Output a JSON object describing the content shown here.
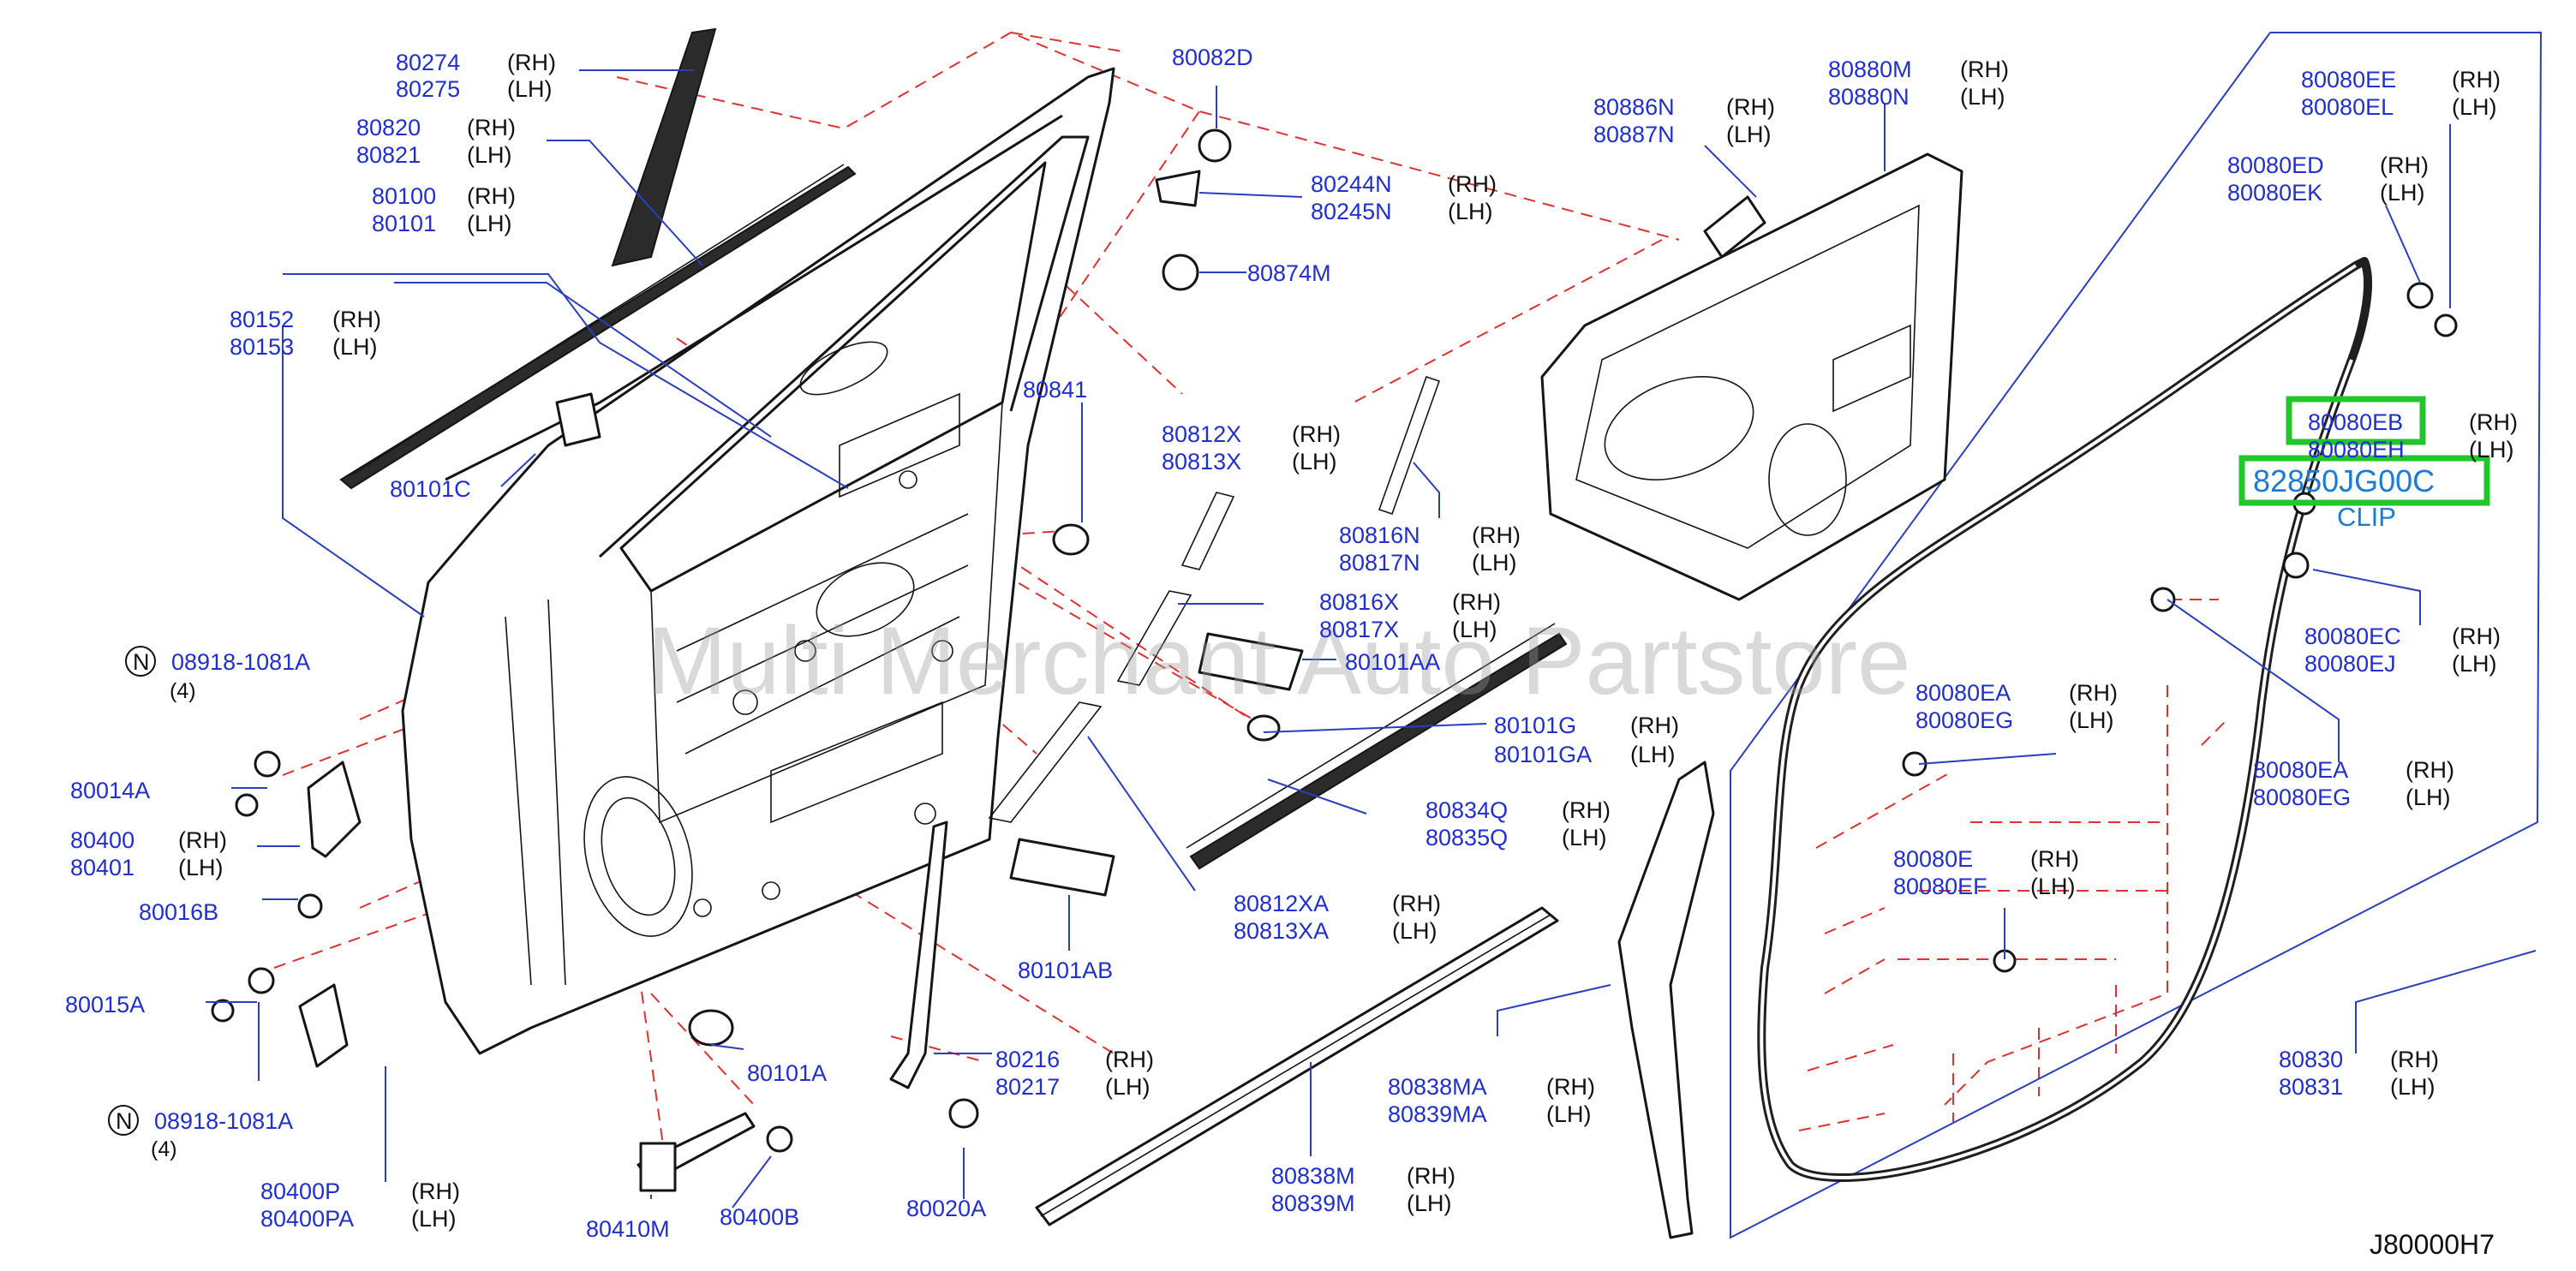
{
  "watermark": "Multi Merchant Auto Partstore",
  "diagram_code": "J80000H7",
  "note_clip": "CLIP",
  "highlight": {
    "boxed_code_1": "80080EB",
    "boxed_code_2": "82850JG00C"
  },
  "sides": {
    "rh": "(RH)",
    "lh": "(LH)"
  },
  "quantity_note": "(4)",
  "n_mark": "N",
  "parts": {
    "p80274": "80274",
    "p80275": "80275",
    "p80820": "80820",
    "p80821": "80821",
    "p80100": "80100",
    "p80101": "80101",
    "p80152": "80152",
    "p80153": "80153",
    "p80101C": "80101C",
    "p08918a": "08918-1081A",
    "p80014A": "80014A",
    "p80400": "80400",
    "p80401": "80401",
    "p80016B": "80016B",
    "p80015A": "80015A",
    "p08918b": "08918-1081A",
    "p80400P": "80400P",
    "p80400PA": "80400PA",
    "p80410M": "80410M",
    "p80400B": "80400B",
    "p80020A": "80020A",
    "p80101A": "80101A",
    "p80216": "80216",
    "p80217": "80217",
    "p80101AB": "80101AB",
    "p80812XA": "80812XA",
    "p80813XA": "80813XA",
    "p80838M": "80838M",
    "p80839M": "80839M",
    "p80838MA": "80838MA",
    "p80839MA": "80839MA",
    "p80834Q": "80834Q",
    "p80835Q": "80835Q",
    "p80101G": "80101G",
    "p80101GA": "80101GA",
    "p80101AA": "80101AA",
    "p80816X": "80816X",
    "p80817X": "80817X",
    "p80816N": "80816N",
    "p80817N": "80817N",
    "p80812X": "80812X",
    "p80813X": "80813X",
    "p80841": "80841",
    "p80874M": "80874M",
    "p80244N": "80244N",
    "p80245N": "80245N",
    "p80082D": "80082D",
    "p80886N": "80886N",
    "p80887N": "80887N",
    "p80880Mr": "80880M",
    "p80880Nl": "80880N",
    "p80080EE": "80080EE",
    "p80080EL": "80080EL",
    "p80080ED": "80080ED",
    "p80080EK": "80080EK",
    "p80080EH": "80080EH",
    "p80080EC": "80080EC",
    "p80080EJ": "80080EJ",
    "p80080EA1": "80080EA",
    "p80080EG1": "80080EG",
    "p80080EA2": "80080EA",
    "p80080EG2": "80080EG",
    "p80080E": "80080E",
    "p80080EF": "80080EF",
    "p80830": "80830",
    "p80831": "80831"
  },
  "colors": {
    "label": "#1f2fd0",
    "leader": "#2a3fc0",
    "dashed": "#e23030",
    "highlight_box": "#22c52a",
    "note": "#1c7bd6"
  }
}
